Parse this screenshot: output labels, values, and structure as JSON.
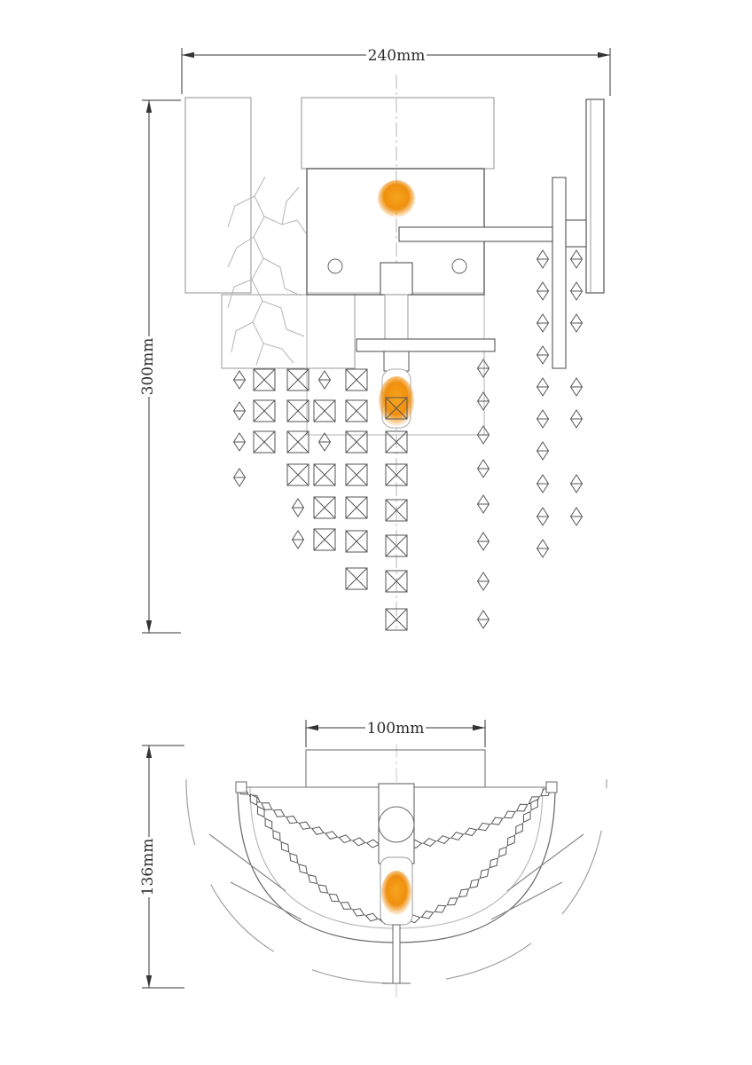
{
  "front_view": {
    "width_label": "240mm",
    "height_label": "300mm"
  },
  "bottom_view": {
    "width_label": "100mm",
    "depth_label": "136mm"
  },
  "colors": {
    "outline_dark": "#4f4f4f",
    "outline_light": "#9a9a9a",
    "dimension_line": "#333333",
    "glow_orange": "#f09110",
    "background": "#ffffff"
  }
}
